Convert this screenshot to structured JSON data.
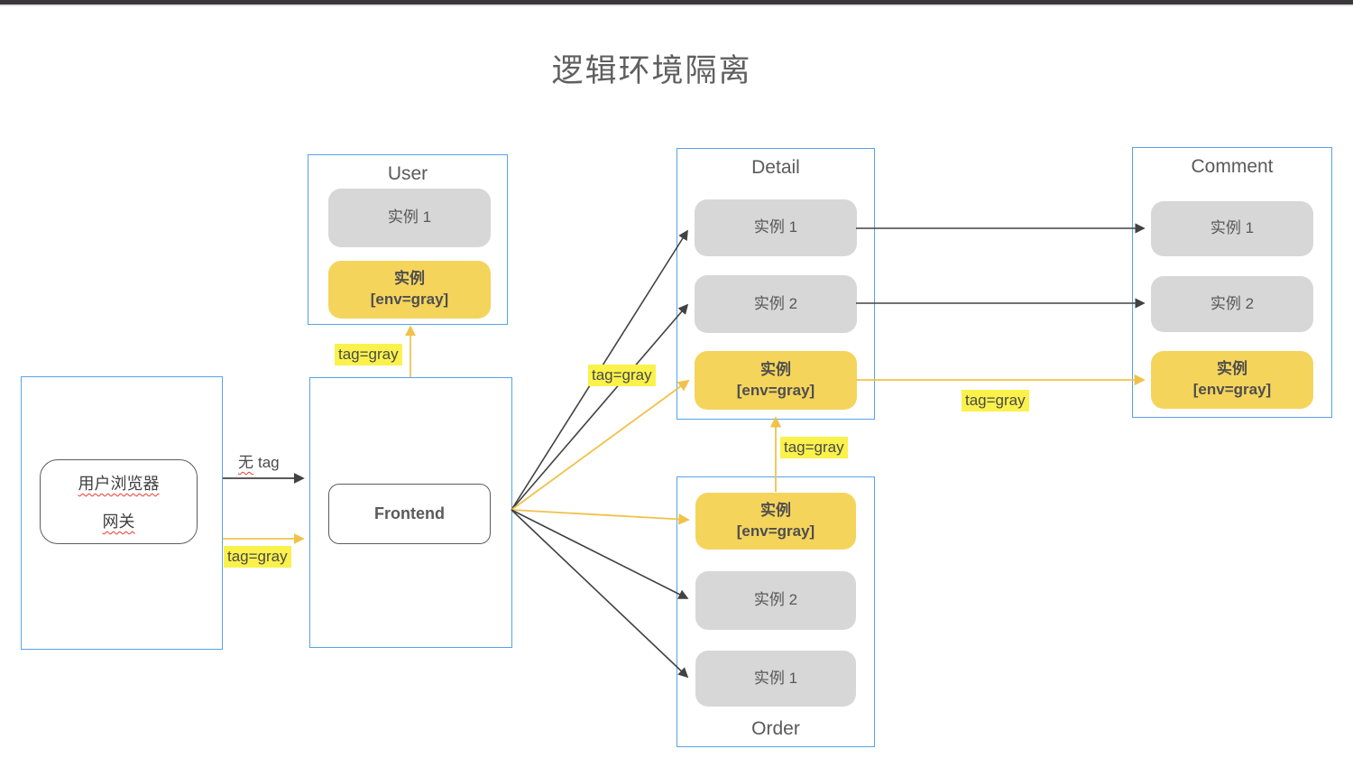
{
  "title": "逻辑环境隔离",
  "gateway": {
    "line1": "用户浏览器",
    "line2": "网关"
  },
  "frontend": {
    "label": "Frontend"
  },
  "services": {
    "user": {
      "title": "User",
      "instances": [
        {
          "label": "实例 1"
        },
        {
          "label": "实例",
          "sublabel": "[env=gray]"
        }
      ]
    },
    "detail": {
      "title": "Detail",
      "instances": [
        {
          "label": "实例 1"
        },
        {
          "label": "实例 2"
        },
        {
          "label": "实例",
          "sublabel": "[env=gray]"
        }
      ]
    },
    "order": {
      "title": "Order",
      "instances": [
        {
          "label": "实例",
          "sublabel": "[env=gray]"
        },
        {
          "label": "实例 2"
        },
        {
          "label": "实例 1"
        }
      ]
    },
    "comment": {
      "title": "Comment",
      "instances": [
        {
          "label": "实例 1"
        },
        {
          "label": "实例 2"
        },
        {
          "label": "实例",
          "sublabel": "[env=gray]"
        }
      ]
    }
  },
  "edge_labels": {
    "no_tag_zh": "无",
    "no_tag_en": "tag",
    "tag_gray": "tag=gray"
  },
  "colors": {
    "group_border": "#58a2e9",
    "instance_gray": "#d7d7d7",
    "instance_yellow": "#f5d45c",
    "highlight_yellow": "#faf24b",
    "edge_black": "#424242",
    "edge_yellow": "#f0c24a",
    "squiggle_red": "#e8392e",
    "text_gray": "#595959"
  }
}
